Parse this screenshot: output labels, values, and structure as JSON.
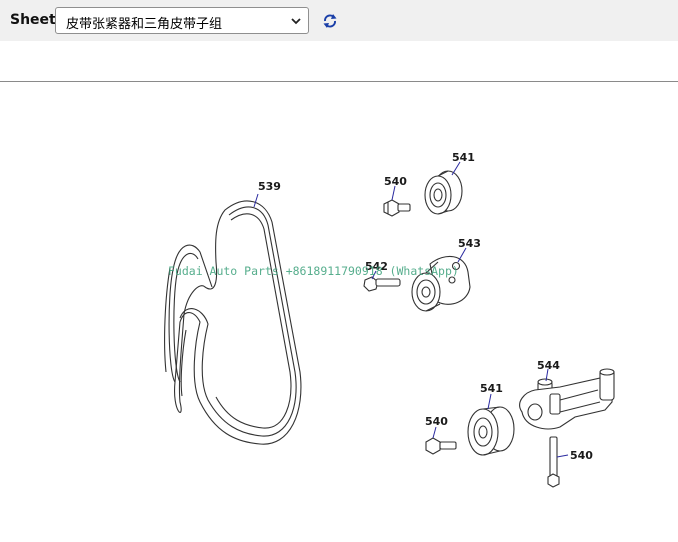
{
  "toolbar": {
    "sheet_label": "Sheet",
    "selected_sheet": "皮带张紧器和三角皮带子组",
    "refresh_icon": "refresh-icon"
  },
  "diagram": {
    "callouts": {
      "c539": "539",
      "c540_top": "540",
      "c541_top": "541",
      "c542": "542",
      "c543": "543",
      "c544": "544",
      "c541_bottom": "541",
      "c540_bottom_left": "540",
      "c540_bottom_right": "540"
    },
    "watermark": "Fudai Auto Parts +8618911790918 (WhatsApp)",
    "line_color": "#333333",
    "leader_color": "#2a2aa0"
  }
}
